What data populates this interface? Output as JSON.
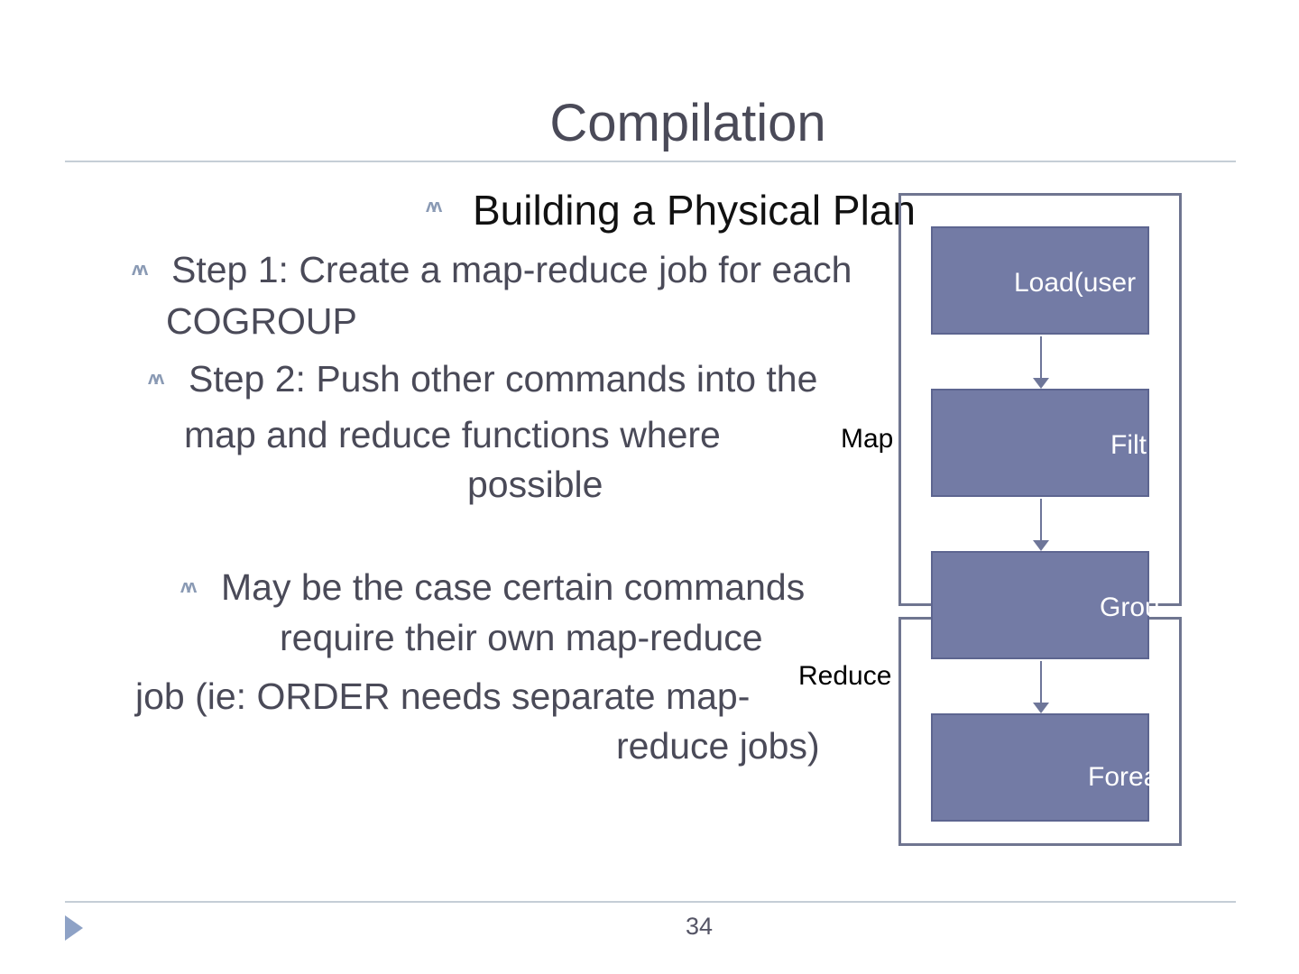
{
  "slide": {
    "title": "Compilation",
    "heading": "Building a Physical Plan",
    "bullet_glyph": "ʌʌ",
    "step1_line1": "Step 1: Create a map-reduce job for each",
    "step1_line2": "COGROUP",
    "step2_line1": "Step 2: Push other commands into the",
    "step2_line2": "map and reduce functions where",
    "step2_line3": "possible",
    "note_line1": "May be the case certain commands",
    "note_line2": "require their own map-reduce",
    "note_line3": "job (ie: ORDER needs separate map-",
    "note_line4": "reduce jobs)",
    "page_number": "34"
  },
  "diagram": {
    "stage_map": "Map",
    "stage_reduce": "Reduce",
    "boxes": [
      "Load(user",
      "Filt",
      "Grou",
      "Forea"
    ],
    "colors": {
      "box_fill": "#737ba5",
      "frame": "#6f7590",
      "arrow": "#6e7699"
    }
  }
}
